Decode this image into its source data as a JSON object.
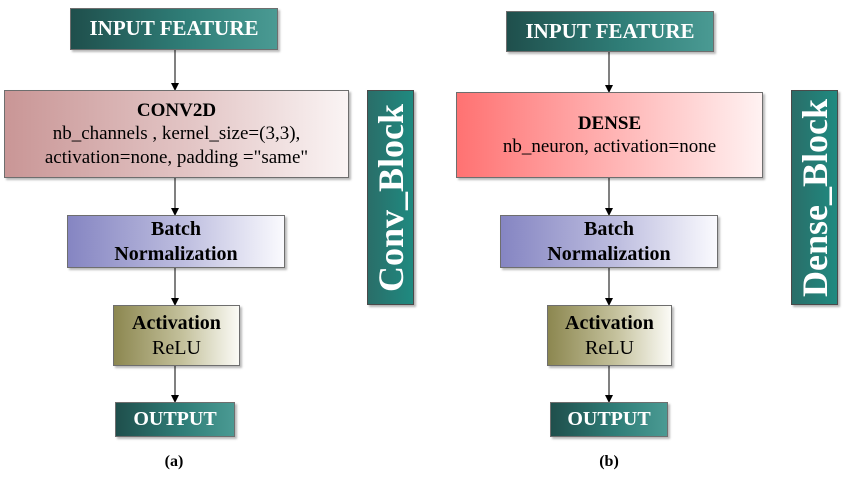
{
  "diagram_a": {
    "input": "INPUT FEATURE",
    "conv": {
      "title": "CONV2D",
      "line1": "nb_channels , kernel_size=(3,3),",
      "line2": "activation=none, padding =\"same\""
    },
    "batchnorm": {
      "line1": "Batch",
      "line2": "Normalization"
    },
    "activation": {
      "title": "Activation",
      "value": "ReLU"
    },
    "output": "OUTPUT",
    "block_label": "Conv_Block",
    "caption": "(a)"
  },
  "diagram_b": {
    "input": "INPUT FEATURE",
    "dense": {
      "title": "DENSE",
      "line1": "nb_neuron, activation=none"
    },
    "batchnorm": {
      "line1": "Batch",
      "line2": "Normalization"
    },
    "activation": {
      "title": "Activation",
      "value": "ReLU"
    },
    "output": "OUTPUT",
    "block_label": "Dense_Block",
    "caption": "(b)"
  }
}
